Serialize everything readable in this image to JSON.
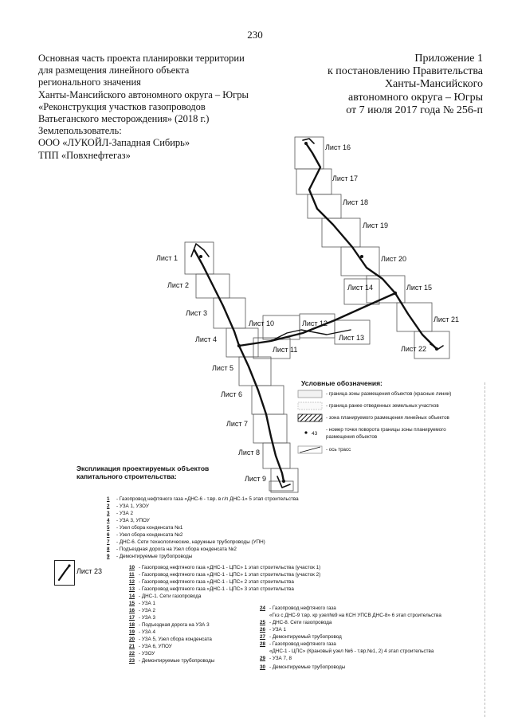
{
  "page_number": "230",
  "left_header": [
    "Основная часть проекта планировки территории",
    "для размещения линейного объекта",
    "регионального значения",
    "Ханты-Мансийского автономного округа – Югры",
    "«Реконструкция участков газопроводов",
    "Ватьеганского месторождения» (2018 г.)",
    "Землепользователь:",
    "ООО «ЛУКОЙЛ-Западная Сибирь»",
    "ТПП «Повхнефтегаз»"
  ],
  "right_header": [
    "Приложение 1",
    "к постановлению Правительства",
    "Ханты-Мансийского",
    "автономного округа – Югры",
    "от 7 июля 2017 года № 256-п"
  ],
  "sheets": [
    {
      "label": "Лист 16"
    },
    {
      "label": "Лист 17"
    },
    {
      "label": "Лист 18"
    },
    {
      "label": "Лист 19"
    },
    {
      "label": "Лист 20"
    },
    {
      "label": "Лист 15"
    },
    {
      "label": "Лист 14"
    },
    {
      "label": "Лист 21"
    },
    {
      "label": "Лист 22"
    },
    {
      "label": "Лист 12"
    },
    {
      "label": "Лист 13"
    },
    {
      "label": "Лист 10"
    },
    {
      "label": "Лист 11"
    },
    {
      "label": "Лист 1"
    },
    {
      "label": "Лист 2"
    },
    {
      "label": "Лист 3"
    },
    {
      "label": "Лист 4"
    },
    {
      "label": "Лист 5"
    },
    {
      "label": "Лист 6"
    },
    {
      "label": "Лист 7"
    },
    {
      "label": "Лист 8"
    },
    {
      "label": "Лист 9"
    }
  ],
  "legend": {
    "title": "Условные обозначения:",
    "items": [
      "- граница зоны размещения объектов (красные линии)",
      "- граница ранее отведенных земельных участков",
      "- зона планируемого размещения линейных объектов",
      "- номер точки поворота границы зоны планируемого",
      "размещения объектов",
      "- ось трасс"
    ],
    "point_number": "43"
  },
  "explication": {
    "title_line1": "Экспликация проектируемых объектов",
    "title_line2": "капитального строительства:",
    "sheet23_label": "Лист 23",
    "left_items": [
      {
        "num": "1",
        "text": "- Газопровод нефтяного газа «ДНС-6 - т.вр. в г/п ДНС-1» 5 этап строительства"
      },
      {
        "num": "2",
        "text": "- УЗА 1, УЗОУ"
      },
      {
        "num": "3",
        "text": "- УЗА 2"
      },
      {
        "num": "4",
        "text": "- УЗА 3, УПОУ"
      },
      {
        "num": "5",
        "text": "- Узел сбора конденсата №1"
      },
      {
        "num": "6",
        "text": "- Узел сбора конденсата №2"
      },
      {
        "num": "7",
        "text": "- ДНС-6. Сети технологические, наружные трубопроводы (УПН)"
      },
      {
        "num": "8",
        "text": "- Подъездная дорога на Узел сбора конденсата №2"
      },
      {
        "num": "9",
        "text": "- Демонтируемые трубопроводы"
      },
      {
        "num": "10",
        "text": "- Газопровод нефтяного газа «ДНС-1 - ЦПС» 1 этап строительства (участок 1)"
      },
      {
        "num": "11",
        "text": "- Газопровод нефтяного газа «ДНС-1 - ЦПС» 1 этап строительства (участок 2)"
      },
      {
        "num": "12",
        "text": "- Газопровод нефтяного газа «ДНС-1 - ЦПС» 2 этап строительства"
      },
      {
        "num": "13",
        "text": "- Газопровод нефтяного газа «ДНС-1 - ЦПС» 3 этап строительства"
      },
      {
        "num": "14",
        "text": "- ДНС-1. Сети газопровода"
      },
      {
        "num": "15",
        "text": "- УЗА 1"
      },
      {
        "num": "16",
        "text": "- УЗА 2"
      },
      {
        "num": "17",
        "text": "- УЗА 3"
      },
      {
        "num": "18",
        "text": "- Подъездная дорога на УЗА 3"
      },
      {
        "num": "19",
        "text": "- УЗА 4"
      },
      {
        "num": "20",
        "text": "- УЗА 5, Узел сбора конденсата"
      },
      {
        "num": "21",
        "text": "- УЗА 6, УПОУ"
      },
      {
        "num": "22",
        "text": "- УЗОУ"
      },
      {
        "num": "23",
        "text": "- Демонтируемые трубопроводы"
      }
    ],
    "right_items": [
      {
        "num": "24",
        "text": "- Газопровод нефтяного газа"
      },
      {
        "num": "",
        "text": "«Гкз с ДНС-9 т.вр. кр узел№9 на КСН УПСВ ДНС-8»        6 этап строительства"
      },
      {
        "num": "25",
        "text": "- ДНС-8. Сети газопровода"
      },
      {
        "num": "26",
        "text": "- УЗА 1"
      },
      {
        "num": "27",
        "text": "- Демонтируемый трубопровод"
      },
      {
        "num": "28",
        "text": "- Газопровод нефтяного газа"
      },
      {
        "num": "",
        "text": "«ДНС-1 - ЦПС» (Крановый узел №6 - т.вр.№1, 2) 4 этап строительства"
      },
      {
        "num": "29",
        "text": "- УЗА 7, 8"
      },
      {
        "num": "30",
        "text": "- Демонтируемые трубопроводы"
      }
    ]
  }
}
